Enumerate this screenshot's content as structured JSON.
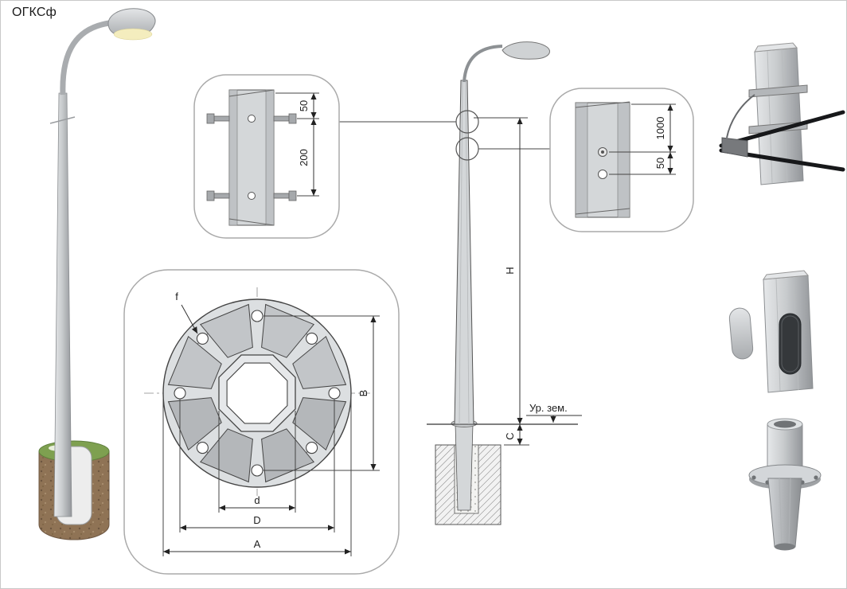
{
  "title": "ОГКСф",
  "top_mounting_detail": {
    "dim_edge": "50",
    "dim_spacing": "200"
  },
  "grounding_detail": {
    "dim_height": "1000",
    "dim_offset": "50"
  },
  "flange_detail": {
    "hole_label": "f",
    "bolt_span_label": "B",
    "shaft_label": "d",
    "bolt_circle_label": "D",
    "plate_label": "A"
  },
  "elevation": {
    "height_label": "H",
    "embed_label": "C",
    "ground_label": "Ур. зем."
  },
  "colors": {
    "metal_gray": "#c9ccce",
    "foundation_brown": "#8f7355",
    "grass_green": "#7ea050",
    "line": "#333333"
  }
}
